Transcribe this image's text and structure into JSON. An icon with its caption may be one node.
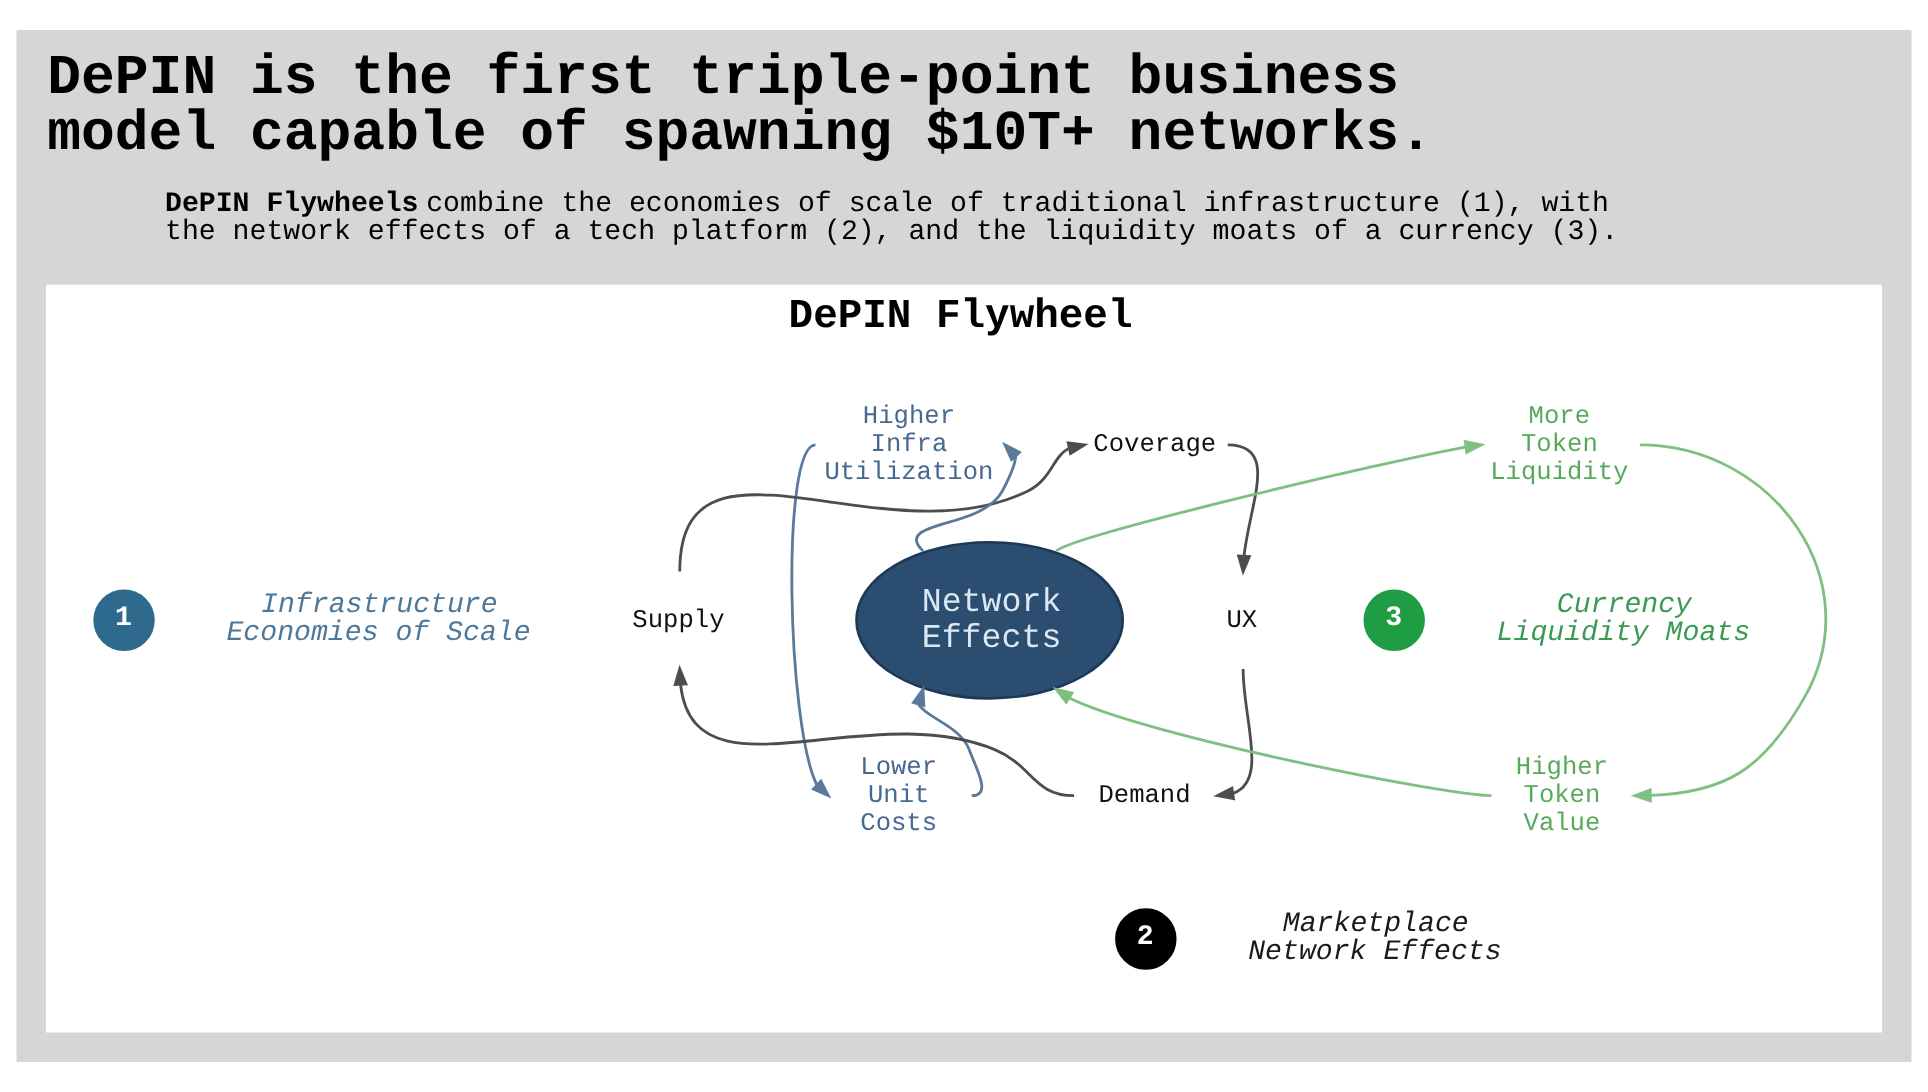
{
  "diagram": {
    "title": "DePIN is the first triple-point business model capable of spawning $10T+ networks.",
    "nodes": [
      {
        "text": [
          "DePIN Flywheel"
        ]
      },
      {
        "text": [
          "Higher Infra Utilization"
        ],
        "in": 0
      },
      {
        "text": [
          "Coverage"
        ],
        "in": 0
      },
      {
        "text": [
          "More Token Liquidity"
        ],
        "in": 0
      },
      {
        "text": [
          "1"
        ],
        "beside": [
          "Infrastructure Economies of Scale"
        ],
        "in": 0
      },
      {
        "text": [
          "Supply"
        ],
        "in": 0
      },
      {
        "text": [
          "Network Effects"
        ],
        "in": 0
      },
      {
        "text": [
          "UX"
        ],
        "in": 0
      },
      {
        "text": [
          "3"
        ],
        "beside": [
          "Currency Liquidity Moats"
        ],
        "in": 0
      },
      {
        "text": [
          "Lower Unit Costs"
        ],
        "in": 0
      },
      {
        "text": [
          "Demand"
        ],
        "in": 0
      },
      {
        "text": [
          "Higher Token Value"
        ],
        "in": 0
      },
      {
        "text": [
          "2"
        ],
        "beside": [
          "Marketplace Network Effects"
        ],
        "in": 0
      }
    ],
    "edges": [
      {
        "from": 5,
        "to": 2,
        "arrow": "to"
      },
      {
        "from": 2,
        "to": 7,
        "arrow": "to"
      },
      {
        "from": 7,
        "to": 10,
        "arrow": "to"
      },
      {
        "from": 10,
        "to": 5,
        "arrow": "to"
      },
      {
        "from": 6,
        "to": 1,
        "arrow": "to",
        "color": "#5a7a9c"
      },
      {
        "from": 1,
        "to": 9,
        "arrow": "to",
        "color": "#5a7a9c"
      },
      {
        "from": 9,
        "to": 6,
        "arrow": "to",
        "color": "#5a7a9c"
      },
      {
        "from": 6,
        "to": 3,
        "arrow": "to",
        "color": "#7fbf7f"
      },
      {
        "from": 3,
        "to": 11,
        "arrow": "to",
        "color": "#7fbf7f"
      },
      {
        "from": 11,
        "to": 6,
        "arrow": "to",
        "color": "#7fbf7f"
      }
    ],
    "labels": [
      "**DePIN Flywheels** combine the economies of scale of traditional infrastructure (1), with the network effects of a tech platform (2), and the liquidity moats of a currency (3)."
    ]
  }
}
